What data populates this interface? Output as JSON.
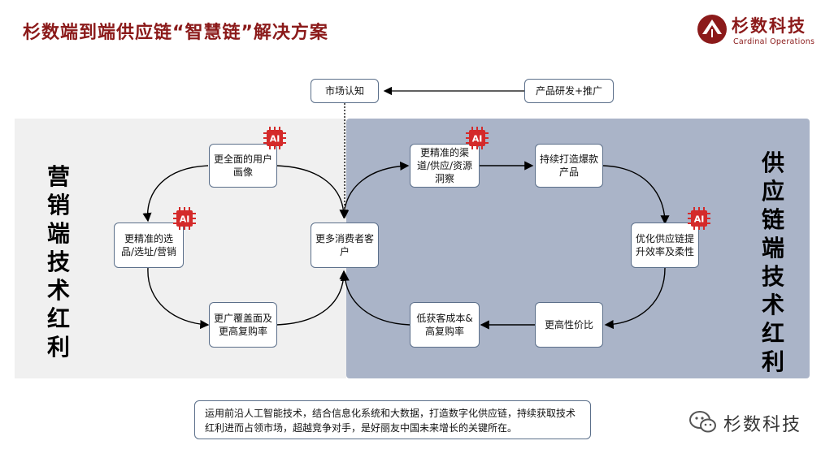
{
  "title": "杉数端到端供应链“智慧链”解决方案",
  "logo": {
    "name": "杉数科技",
    "subtitle": "Cardinal Operations"
  },
  "left_label": "营销端技术红利",
  "right_label": "供应链端技术红利",
  "nodes": {
    "market": "市场认知",
    "rd": "产品研发+推广",
    "portrait": "更全面的用户画像",
    "select": "更精准的选品/选址/营销",
    "coverage": "更广覆盖面及更高复购率",
    "consumers": "更多消费者客户",
    "insight": "更精准的渠道/供应/资源洞察",
    "hit": "持续打造爆款产品",
    "optimize": "优化供应链提升效率及柔性",
    "price": "更高性价比",
    "lowcost": "低获客成本&高复购率"
  },
  "ai_badge": "AI",
  "note": "运用前沿人工智能技术，结合信息化系统和大数据，打造数字化供应链，持续获取技术红利进而占领市场，超越竞争对手，是好丽友中国未来增长的关键所在。",
  "watermark": "杉数科技",
  "colors": {
    "brand": "#8b1a1a",
    "left_panel": "#f0f0f0",
    "right_panel": "#aab4c8",
    "ai_badge": "#d42a2a"
  }
}
